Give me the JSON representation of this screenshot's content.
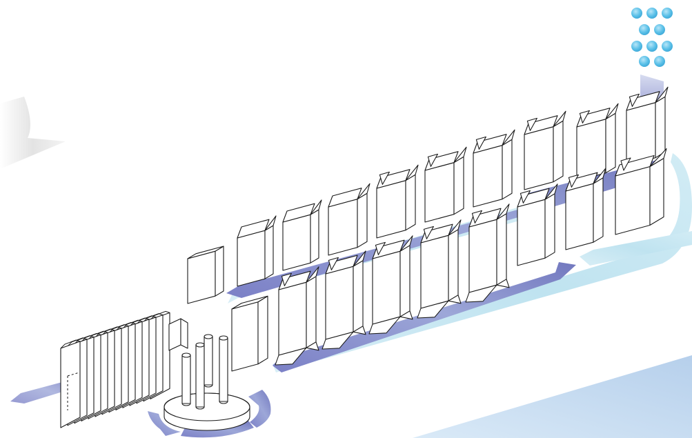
{
  "diagram": {
    "type": "packaging-line-illustration",
    "colors": {
      "background": "#ffffff",
      "flow_arrow_dark": "#7a7fc4",
      "flow_arrow_light": "#c6e6f1",
      "granule": "#59bde6",
      "floor_panel": "#b7d2ec",
      "shadow_panel": "#e9e9e9",
      "outline": "#1a1a1a"
    },
    "stages": [
      {
        "id": "blank-feed",
        "icon": "flat-carton-stack-icon"
      },
      {
        "id": "forming",
        "icon": "mandrel-turret-icon"
      },
      {
        "id": "lower-conveyor",
        "icon": "open-carton-icon"
      },
      {
        "id": "upper-conveyor",
        "icon": "carton-icon"
      },
      {
        "id": "product-fill",
        "icon": "granule-hopper-icon"
      }
    ]
  }
}
